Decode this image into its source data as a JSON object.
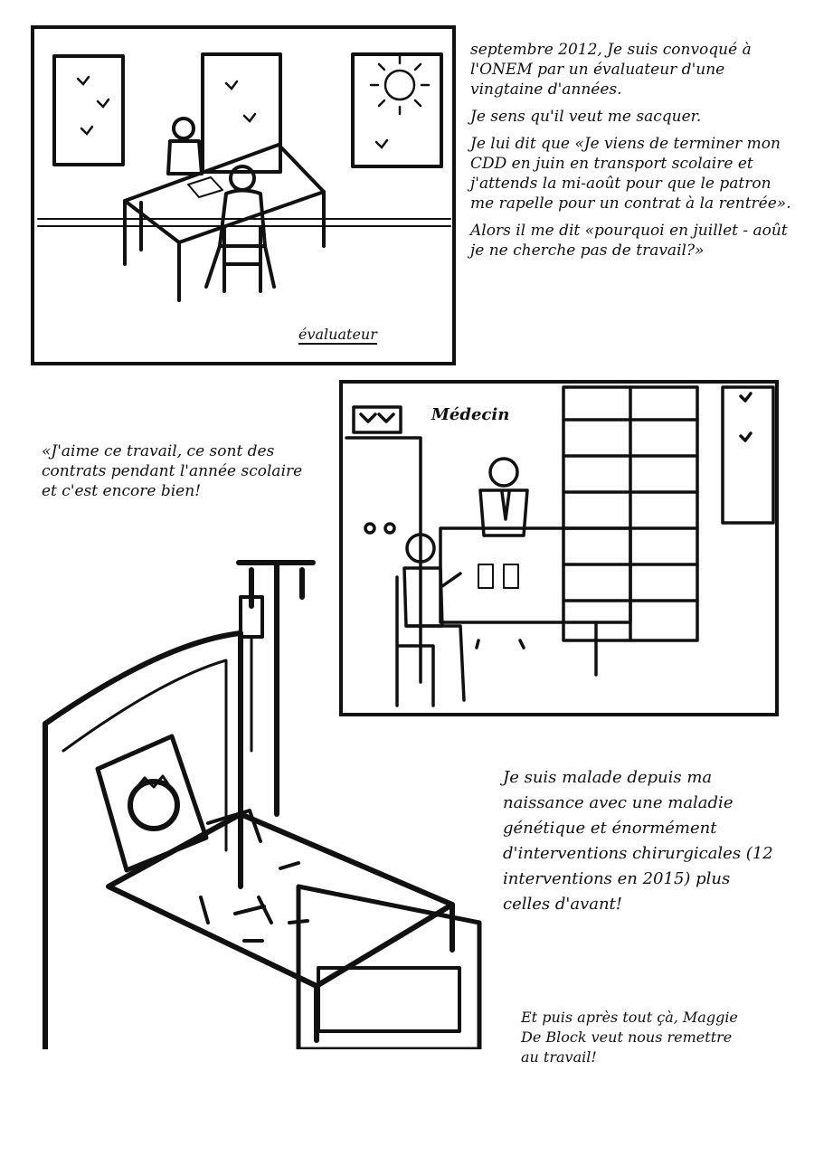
{
  "panel1": {
    "caption_lines": [
      "septembre 2012, Je suis convoqué à l'ONEM par un évaluateur d'une vingtaine d'années.",
      "Je sens qu'il veut me sacquer.",
      "Je lui dit que «Je viens de terminer mon CDD en juin en transport scolaire et j'attends la mi-août pour que le patron me rapelle pour un contrat à la rentrée».",
      "Alors il me dit «pourquoi en juillet - août je ne cherche pas de travail?»"
    ],
    "label": "évaluateur"
  },
  "panel2": {
    "quote": "«J'aime ce travail, ce sont des contrats pendant l'année scolaire et c'est encore bien!",
    "sign": "Médecin"
  },
  "panel3": {
    "caption": "Je suis malade depuis ma naissance avec une maladie génétique et énormément d'interventions chirurgicales (12 interventions en 2015) plus celles d'avant!",
    "closing": "Et puis après tout çà, Maggie De Block veut nous remettre au travail!"
  }
}
